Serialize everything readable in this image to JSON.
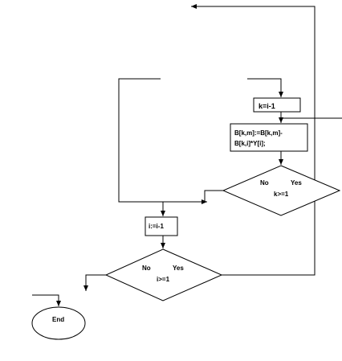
{
  "box_k": "k=i-1",
  "box_b_line1": "B[k,m]:=B[k,m]-",
  "box_b_line2": "B[k,i]*Y[i];",
  "diamond_k": {
    "no": "No",
    "yes": "Yes",
    "cond": "k>=1"
  },
  "box_i": "i:=i-1",
  "diamond_i": {
    "no": "No",
    "yes": "Yes",
    "cond": "i>=1"
  },
  "terminal_end": "End"
}
